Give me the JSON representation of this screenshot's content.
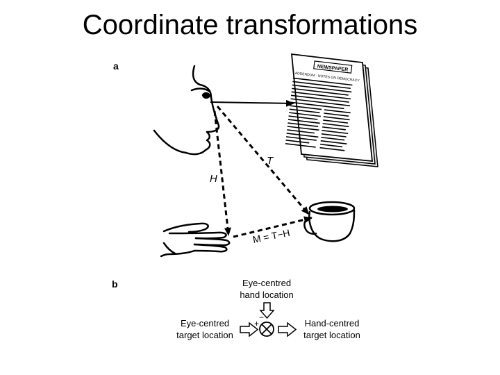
{
  "slide": {
    "title": "Coordinate transformations"
  },
  "panel_a": {
    "label": "a",
    "vector_t": "T",
    "vector_h": "H",
    "vector_m": "M = T−H",
    "newspaper": {
      "masthead": "NEWSPAPER",
      "headline": "ADDENDUM · NOTES ON DEMOCRACY"
    }
  },
  "panel_b": {
    "label": "b",
    "hand_input_line1": "Eye-centred",
    "hand_input_line2": "hand location",
    "target_input_line1": "Eye-centred",
    "target_input_line2": "target location",
    "output_line1": "Hand-centred",
    "output_line2": "target location",
    "minus_sign": "−",
    "plus_sign": "+"
  },
  "colors": {
    "ink": "#000000",
    "page_background": "#ffffff",
    "paper_gray": "#f4f4f4"
  },
  "icons": [
    "face-icon",
    "newspaper-icon",
    "coffee-cup-icon",
    "hand-icon",
    "comparator-icon"
  ]
}
